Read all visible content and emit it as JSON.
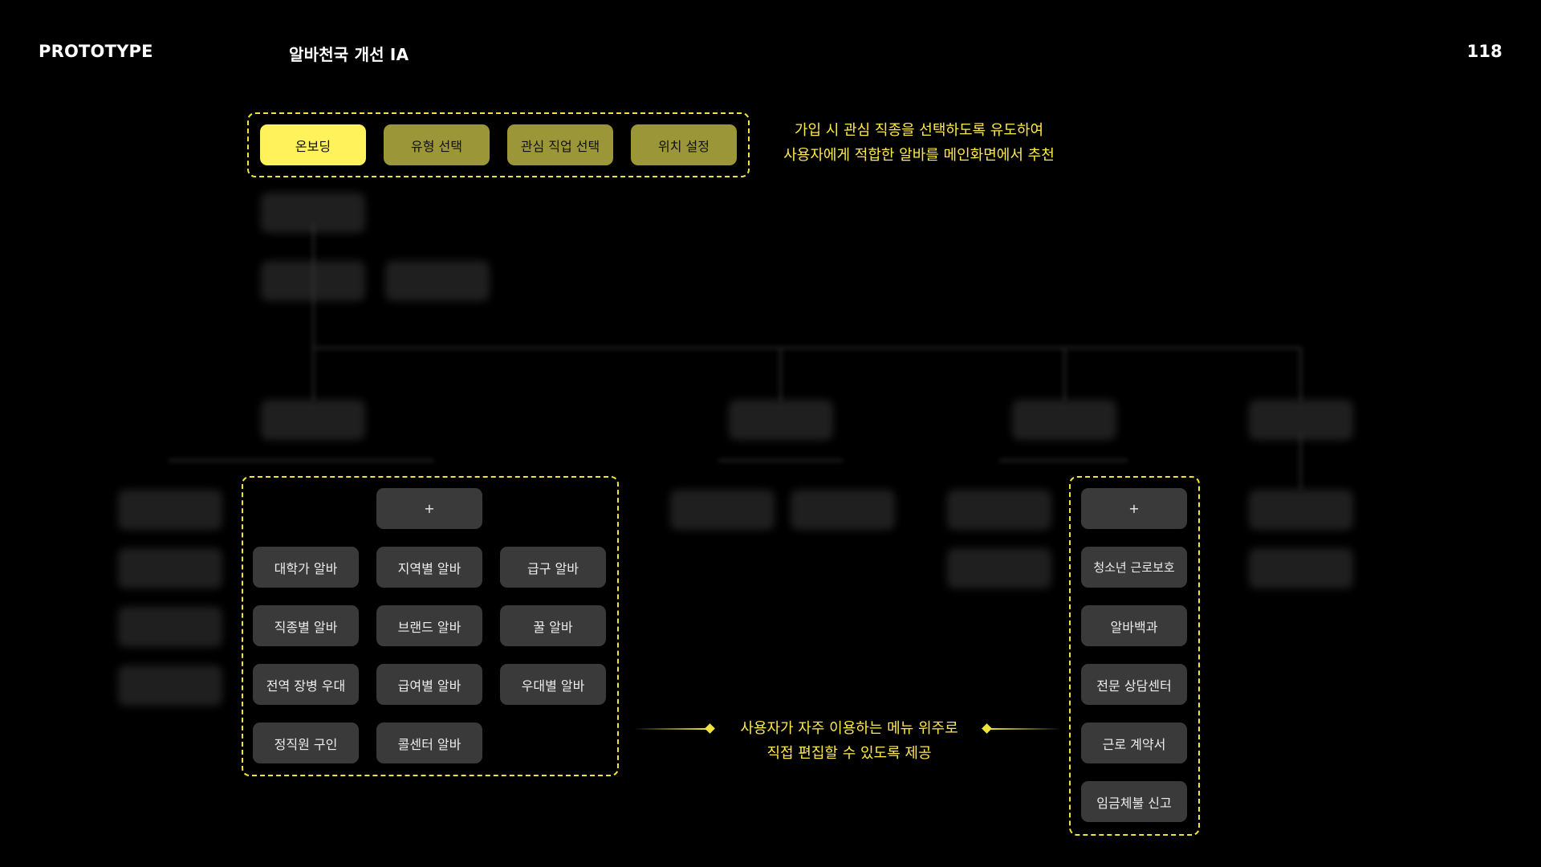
{
  "header": {
    "left_label": "PROTOTYPE",
    "title": "알바천국 개선 IA",
    "page_number": "118"
  },
  "onboarding": {
    "steps": [
      {
        "label": "온보딩",
        "state": "active"
      },
      {
        "label": "유형 선택",
        "state": "inactive"
      },
      {
        "label": "관심 직업 선택",
        "state": "inactive"
      },
      {
        "label": "위치 설정",
        "state": "inactive"
      }
    ],
    "note_lines": [
      "가입 시 관심 직종을 선택하도록 유도하여",
      "사용자에게 적합한 알바를 메인화면에서 추천"
    ]
  },
  "left_group": {
    "add_label": "+",
    "items": [
      "대학가 알바",
      "지역별 알바",
      "급구 알바",
      "직종별 알바",
      "브랜드 알바",
      "꿀 알바",
      "전역 장병 우대",
      "급여별 알바",
      "우대별 알바",
      "정직원 구인",
      "콜센터 알바"
    ]
  },
  "right_group": {
    "add_label": "+",
    "items": [
      "청소년 근로보호",
      "알바백과",
      "전문 상담센터",
      "근로 계약서",
      "임금체불 신고"
    ]
  },
  "center_note_lines": [
    "사용자가 자주 이용하는 메뉴 위주로",
    "직접 편집할 수 있도록 제공"
  ],
  "colors": {
    "background": "#000000",
    "accent": "#f0e33c",
    "active_step": "#fff25a",
    "inactive_step": "#9b9637",
    "menu_item": "#3a3a3a"
  }
}
